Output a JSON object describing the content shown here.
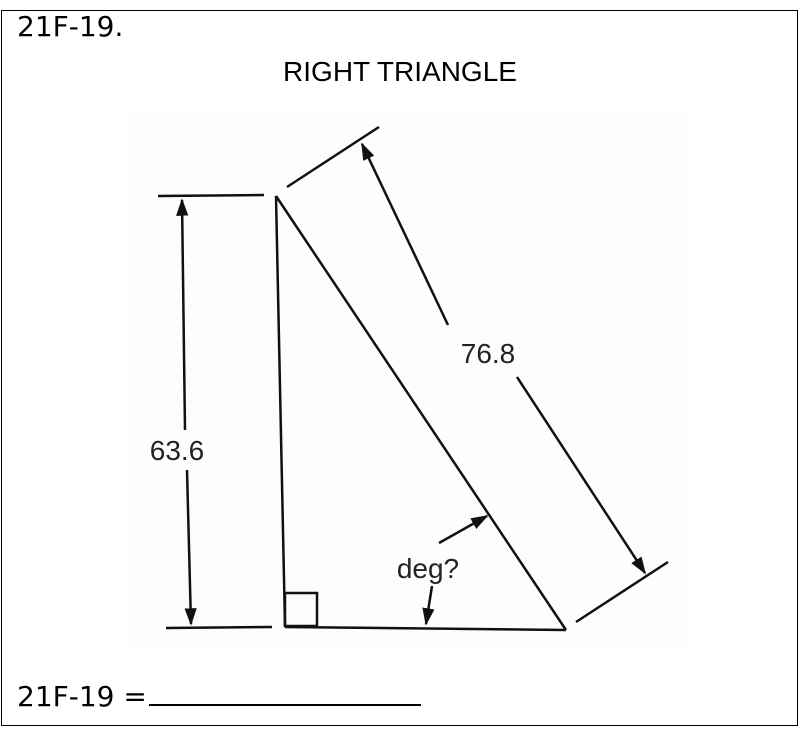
{
  "problem": {
    "number": "21F-19.",
    "title": "RIGHT TRIANGLE",
    "answer_prefix": "21F-19 ="
  },
  "diagram": {
    "height_label": "63.6",
    "hypotenuse_label": "76.8",
    "angle_label": "deg?"
  }
}
